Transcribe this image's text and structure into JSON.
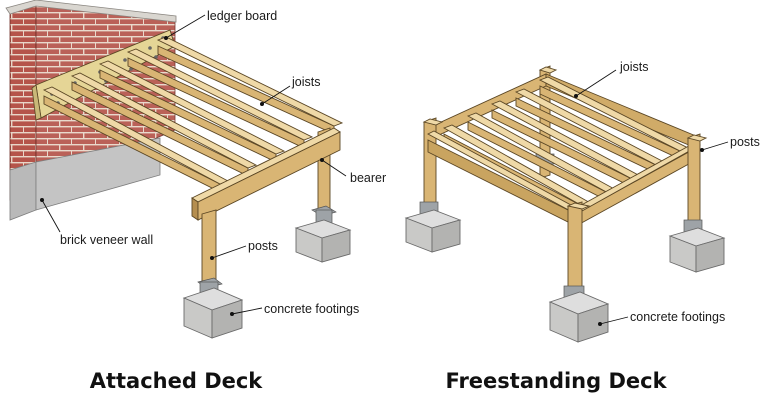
{
  "attached": {
    "caption": "Attached Deck",
    "labels": {
      "ledger_board": "ledger board",
      "joists": "joists",
      "bearer": "bearer",
      "brick_veneer_wall": "brick veneer wall",
      "posts": "posts",
      "concrete_footings": "concrete footings"
    }
  },
  "freestanding": {
    "caption": "Freestanding Deck",
    "labels": {
      "joists": "joists",
      "posts": "posts",
      "concrete_footings": "concrete footings"
    }
  },
  "colors": {
    "brick": "#b5544a",
    "mortar": "#e8d6c8",
    "wall_cap": "#d9d6d0",
    "wall_base": "#b9b9b9",
    "wood_top": "#efd9a7",
    "wood_face": "#d9b574",
    "wood_dark": "#b58e4f",
    "ledger": "#e5d596",
    "concrete": "#c9c9c7",
    "steel": "#9ea3a7",
    "outline": "#5a4624"
  }
}
